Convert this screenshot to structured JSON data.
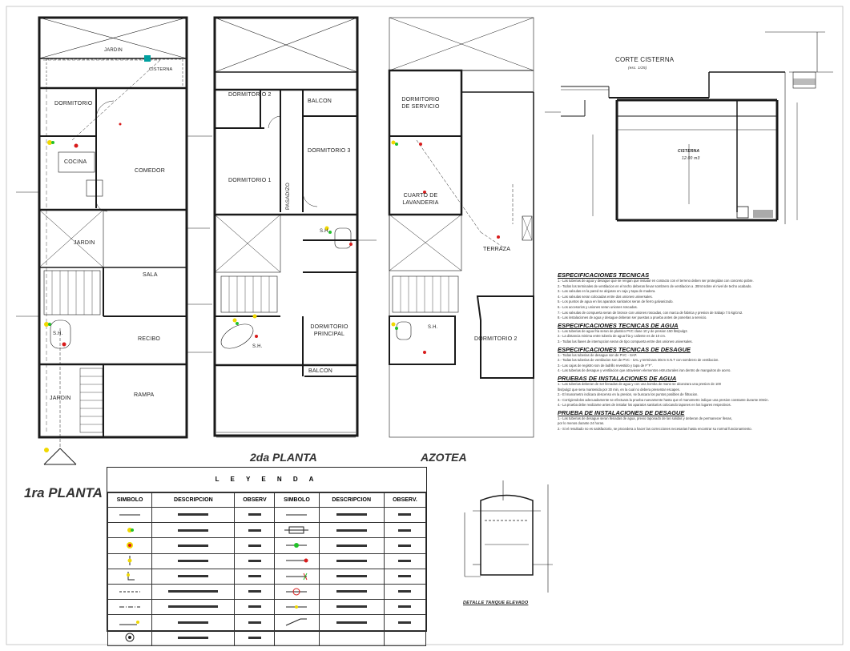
{
  "plans": {
    "first": {
      "title": "1ra PLANTA",
      "rooms": [
        "JARDIN",
        "CISTERNA",
        "DORMITORIO",
        "COCINA",
        "COMEDOR",
        "JARDIN",
        "SALA",
        "S.H.",
        "RECIBO",
        "JARDIN",
        "RAMPA"
      ]
    },
    "second": {
      "title": "2da PLANTA",
      "rooms": [
        "DORMITORIO 2",
        "BALCON",
        "DORMITORIO 3",
        "DORMITORIO 1",
        "PASADIZO",
        "S.H.",
        "S.H.",
        "DORMITORIO PRINCIPAL",
        "BALCON"
      ]
    },
    "roof": {
      "title": "AZOTEA",
      "rooms": [
        "DORMITORIO DE SERVICIO",
        "CUARTO DE LAVANDERIA",
        "TERRAZA",
        "S.H.",
        "DORMITORIO 2"
      ]
    }
  },
  "cistern": {
    "title": "CORTE CISTERNA",
    "scale": "(esc. 1/25)",
    "label": "CISTERNA",
    "volume": "12.00 m3"
  },
  "tank": {
    "title": "DETALLE TANQUE ELEVADO"
  },
  "specs": [
    {
      "heading": "ESPECIFICACIONES TECNICAS",
      "items": [
        "1.- Las tuberias de agua y desague que se rengan que instalar en contacto con el terreno deben ser protegidas con concreto pobre.",
        "2.- Todos los terminales de ventilacion en el techo deberan llevar sombrero de ventilacion a .30mt sobre el nivel de techo acabado.",
        "3.- Las valvulas en la pared se alojaran en caja y tapa de madera.",
        "4.- Las valvulas seran colocadas entre dos uniones universales.",
        "5.- Los puntos de agua en los aparatos sanitarios seran de fierro galvanizado.",
        "6.- Los accesorios y uniones seran uniones roscadas.",
        "7.- Las valvulas de compuerta seran de bronce con uniones roscadas, con marca de fabrica y presion de trabajo 7.5 kg/cm2.",
        "8.- Las instalaciones de agua y desague deberan ser puestas a prueba antes de ponerlas a servicio."
      ]
    },
    {
      "heading": "ESPECIFICACIONES TECNICAS DE AGUA",
      "items": [
        "1.- Las tuberias de agua fria seran de plastico PVC clase 10 y de presion 150 lbs/pulg2.",
        "2.- La distancia minima entre tuberia de agua fria y caliente es de 10 cm.",
        "3.- Todas las llaves de interrupcion seran de tipo compuerta entre dos uniones universales."
      ]
    },
    {
      "heading": "ESPECIFICACIONES TECNICAS DE DESAGUE",
      "items": [
        "1.- Todas las tuberias de desague son de PVC - SAP.",
        "2.- Todas las tuberias de ventilacion son de PVC - SAL y terminara 30cm S.N.T con sombrero de ventilacion.",
        "3.- Las cajas de registro son de ladrillo revestido y tapa de F°F°.",
        "4.- Las tuberias de desague y ventilacion que atraviesen elementos estructurales iran dentro de manguitos de acero."
      ]
    },
    {
      "heading": "PRUEBAS DE INSTALACIONES DE AGUA",
      "items": [
        "1.- Las tuberias deberan de ser llenadas de agua y con una bomba de mano se alcanzara una presion de 100",
        "    lbs/pulg2 que sera mantenida por 30 min, en la cual no debera presentar escapes.",
        "2.- El manometro indicara descenso en la presion, se buscara los puntos posibles de filtracion.",
        "3.- Corrigiendolos adecuadamente se efectuara la prueba nuevamente hasta que el manometro indique una presion constante durante 30min.",
        "4.- La prueba debe realizarse antes de instalar los aparatos sanitarios colocando tapones en los lugares respectivos."
      ]
    },
    {
      "heading": "PRUEBA DE INSTALACIONES DE DESAGUE",
      "items": [
        "1.- Las tuberias de desague seran llenadas de agua, previo taponado de las salidas y deberan de permanecer llenas,",
        "    por lo menos durante 24 horas.",
        "2.- Si el resultado no es satisfactorio, se procedera a hacer las correcciones necesarias hasta encontrar su normal funcionamiento."
      ]
    }
  ],
  "legend": {
    "title": "L E Y E N D A",
    "headers": [
      "SIMBOLO",
      "DESCRIPCION",
      "OBSERV",
      "SIMBOLO",
      "DESCRIPCION",
      "OBSERV."
    ]
  },
  "colors": {
    "line": "#1a1a1a",
    "dim": "#555555",
    "accent_red": "#d81b1b",
    "accent_green": "#22c12a",
    "accent_yellow": "#f0d800",
    "accent_cyan": "#00a0a0"
  }
}
